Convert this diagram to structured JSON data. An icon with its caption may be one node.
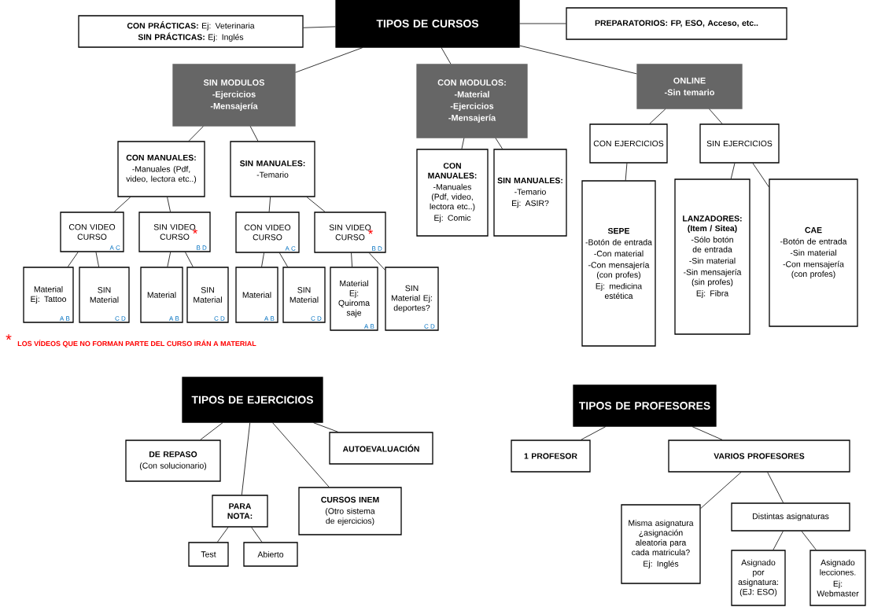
{
  "diagram": {
    "nodes": [
      {
        "text": [
          "TIPOS DE CURSOS"
        ]
      },
      {
        "text": [
          "**CON PRÁCTICAS:** Ej: Veterinaria",
          "**SIN PRÁCTICAS:** Ej: Inglés"
        ]
      },
      {
        "text": [
          "PREPARATORIOS: FP, ESO, Acceso, etc.."
        ]
      },
      {
        "text": [
          "SIN MODULOS",
          "-Ejercicios",
          "-Mensajería"
        ]
      },
      {
        "text": [
          "CON MODULOS:",
          "-Material",
          "-Ejercicios",
          "-Mensajería"
        ]
      },
      {
        "text": [
          "ONLINE",
          "-Sin temario"
        ]
      },
      {
        "text": [
          "CON MANUALES:",
          "-Manuales (Pdf, video, lectora etc..)"
        ]
      },
      {
        "text": [
          "SIN MANUALES:",
          "-Temario"
        ]
      },
      {
        "text": [
          "CON VIDEO CURSO",
          "A C"
        ]
      },
      {
        "text": [
          "SIN VIDEO CURSO",
          "*",
          "B D"
        ]
      },
      {
        "text": [
          "CON VIDEO CURSO",
          "A C"
        ]
      },
      {
        "text": [
          "SIN VIDEO CURSO",
          "*",
          "B D"
        ]
      },
      {
        "text": [
          "Material Ej: Tattoo",
          "A B"
        ]
      },
      {
        "text": [
          "SIN Material",
          "C D"
        ]
      },
      {
        "text": [
          "Material",
          "A B"
        ]
      },
      {
        "text": [
          "SIN Material",
          "C D"
        ]
      },
      {
        "text": [
          "Material",
          "A B"
        ]
      },
      {
        "text": [
          "SIN Material",
          "C D"
        ]
      },
      {
        "text": [
          "Material Ej: Quiroma saje",
          "A B"
        ]
      },
      {
        "text": [
          "SIN Material Ej: deportes?",
          "C D"
        ]
      },
      {
        "text": [
          "CON MANUALES:",
          "-Manuales (Pdf, video, lectora etc..)",
          "Ej: Comic"
        ]
      },
      {
        "text": [
          "SIN MANUALES:",
          "-Temario",
          "Ej: ASIR?"
        ]
      },
      {
        "text": [
          "CON EJERCICIOS"
        ]
      },
      {
        "text": [
          "SIN EJERCICIOS"
        ]
      },
      {
        "text": [
          "SEPE",
          "-Botón de entrada",
          "-Con material",
          "-Con mensajería (con profes)",
          "Ej: medicina estética"
        ]
      },
      {
        "text": [
          "LANZADORES: (Item / Sitea)",
          "-Sólo botón de entrada",
          "-Sin material",
          "-Sin mensajería (sin profes)",
          "Ej: Fibra"
        ]
      },
      {
        "text": [
          "CAE",
          "-Botón de entrada",
          "-Sin material",
          "-Con mensajería (con profes)"
        ]
      },
      {
        "text": [
          "TIPOS DE EJERCICIOS"
        ]
      },
      {
        "text": [
          "DE REPASO",
          "(Con solucionario)"
        ]
      },
      {
        "text": [
          "PARA NOTA:"
        ]
      },
      {
        "text": [
          "CURSOS INEM",
          "(Otro sistema de ejercicios)"
        ]
      },
      {
        "text": [
          "AUTOEVALUACIÓN"
        ]
      },
      {
        "text": [
          "Test"
        ]
      },
      {
        "text": [
          "Abierto"
        ]
      },
      {
        "text": [
          "TIPOS DE PROFESORES"
        ]
      },
      {
        "text": [
          "1 PROFESOR"
        ]
      },
      {
        "text": [
          "VARIOS PROFESORES"
        ]
      },
      {
        "text": [
          "Misma asignatura ¿asignación aleatoria para cada matricula?",
          "Ej: Inglés"
        ]
      },
      {
        "text": [
          "Distintas asignaturas"
        ]
      },
      {
        "text": [
          "Asignado por asignatura: (EJ: ESO)"
        ]
      },
      {
        "text": [
          "Asignado lecciones.",
          "Ej: Webmaster"
        ]
      }
    ],
    "edges": [
      {
        "from": 0,
        "to": 1,
        "arrow": "none"
      },
      {
        "from": 0,
        "to": 2,
        "arrow": "none"
      },
      {
        "from": 0,
        "to": 3,
        "arrow": "none"
      },
      {
        "from": 0,
        "to": 4,
        "arrow": "none"
      },
      {
        "from": 0,
        "to": 5,
        "arrow": "none"
      },
      {
        "from": 3,
        "to": 6,
        "arrow": "none"
      },
      {
        "from": 3,
        "to": 7,
        "arrow": "none"
      },
      {
        "from": 4,
        "to": 20,
        "arrow": "none"
      },
      {
        "from": 4,
        "to": 21,
        "arrow": "none"
      },
      {
        "from": 5,
        "to": 22,
        "arrow": "none"
      },
      {
        "from": 5,
        "to": 23,
        "arrow": "none"
      },
      {
        "from": 6,
        "to": 8,
        "arrow": "none"
      },
      {
        "from": 6,
        "to": 9,
        "arrow": "none"
      },
      {
        "from": 7,
        "to": 10,
        "arrow": "none"
      },
      {
        "from": 7,
        "to": 11,
        "arrow": "none"
      },
      {
        "from": 8,
        "to": 12,
        "arrow": "none"
      },
      {
        "from": 8,
        "to": 13,
        "arrow": "none"
      },
      {
        "from": 9,
        "to": 14,
        "arrow": "none"
      },
      {
        "from": 9,
        "to": 15,
        "arrow": "none"
      },
      {
        "from": 10,
        "to": 16,
        "arrow": "none"
      },
      {
        "from": 10,
        "to": 17,
        "arrow": "none"
      },
      {
        "from": 11,
        "to": 18,
        "arrow": "none"
      },
      {
        "from": 11,
        "to": 19,
        "arrow": "none"
      },
      {
        "from": 22,
        "to": 24,
        "arrow": "none"
      },
      {
        "from": 23,
        "to": 25,
        "arrow": "none"
      },
      {
        "from": 23,
        "to": 26,
        "arrow": "none"
      },
      {
        "from": 27,
        "to": 28,
        "arrow": "none"
      },
      {
        "from": 27,
        "to": 29,
        "arrow": "none"
      },
      {
        "from": 27,
        "to": 30,
        "arrow": "none"
      },
      {
        "from": 27,
        "to": 31,
        "arrow": "none"
      },
      {
        "from": 29,
        "to": 32,
        "arrow": "none"
      },
      {
        "from": 29,
        "to": 33,
        "arrow": "none"
      },
      {
        "from": 34,
        "to": 35,
        "arrow": "none"
      },
      {
        "from": 34,
        "to": 36,
        "arrow": "none"
      },
      {
        "from": 36,
        "to": 37,
        "arrow": "none"
      },
      {
        "from": 36,
        "to": 38,
        "arrow": "none"
      },
      {
        "from": 38,
        "to": 39,
        "arrow": "none"
      },
      {
        "from": 38,
        "to": 40,
        "arrow": "none"
      }
    ],
    "labels": [
      "*",
      "LOS VÍDEOS QUE NO FORMAN PARTE DEL CURSO IRÁN A MATERIAL"
    ]
  }
}
